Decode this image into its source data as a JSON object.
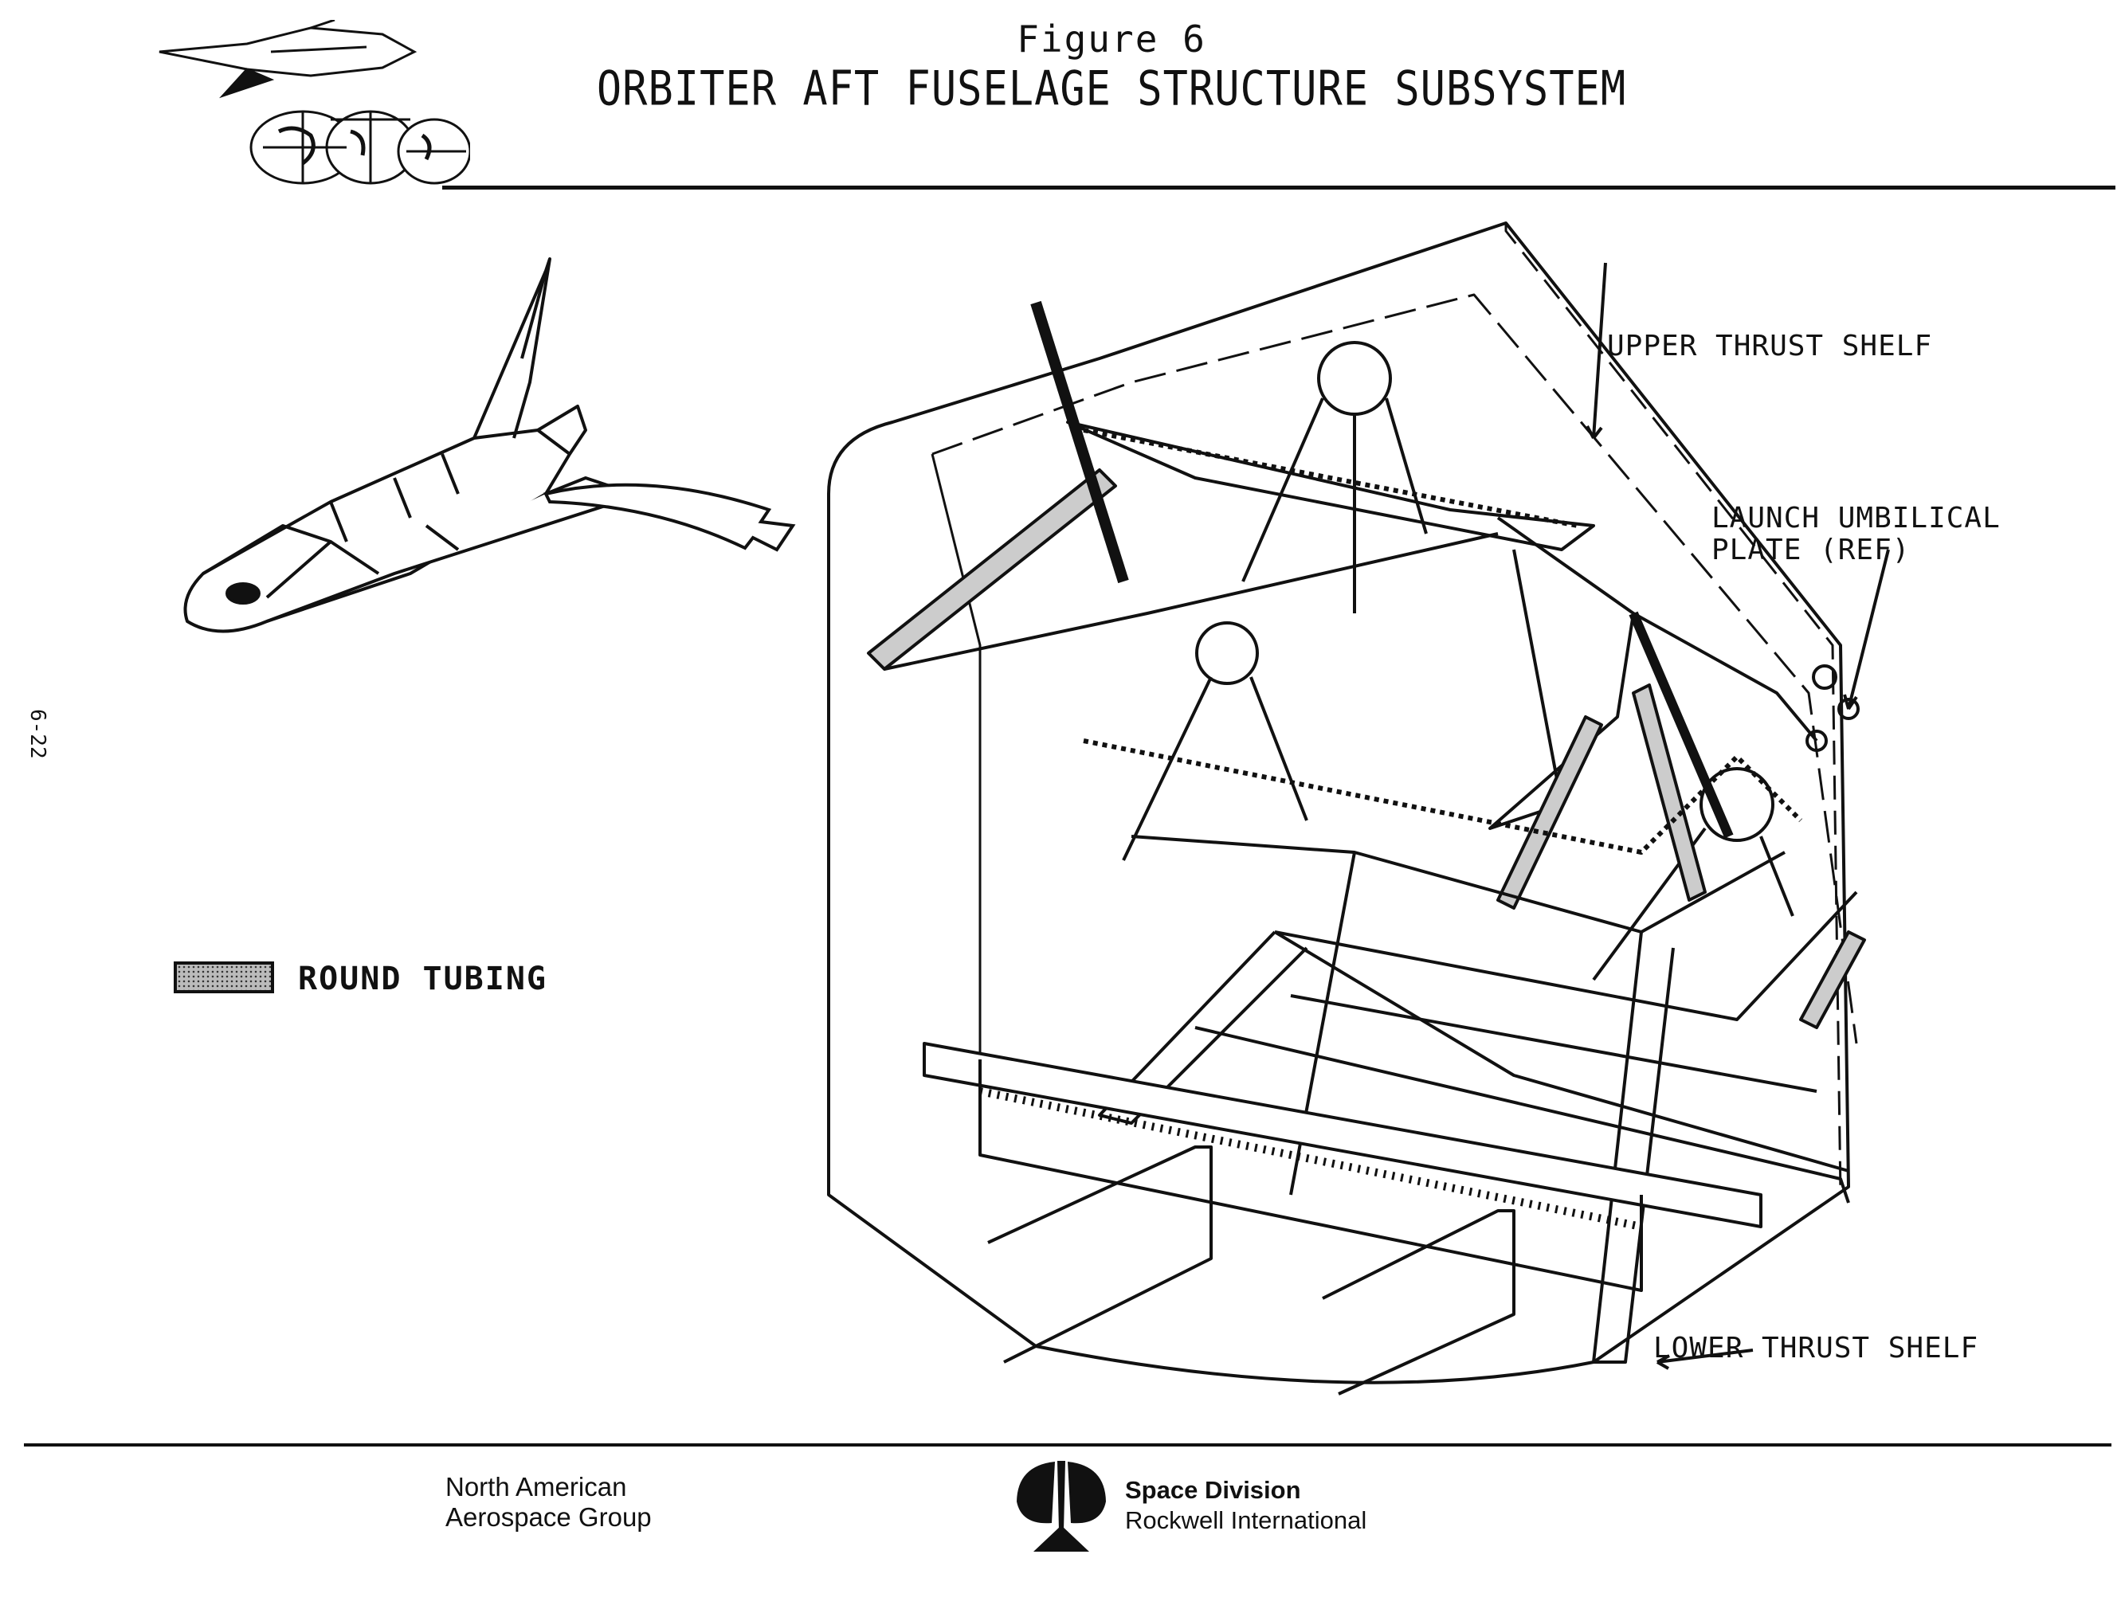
{
  "header": {
    "figure_label": "Figure 6",
    "title": "ORBITER AFT FUSELAGE STRUCTURE SUBSYSTEM"
  },
  "callouts": {
    "upper_thrust_shelf": "UPPER THRUST SHELF",
    "launch_umbilical_line1": "LAUNCH UMBILICAL",
    "launch_umbilical_line2": "PLATE (REF)",
    "lower_thrust_shelf": "LOWER THRUST SHELF"
  },
  "legend": {
    "round_tubing": "ROUND TUBING"
  },
  "page_number": "6-22",
  "footer": {
    "left_line1": "North American",
    "left_line2": "Aerospace Group",
    "right_line1": "Space Division",
    "right_line2": "Rockwell International"
  },
  "icons": [
    "shuttle-globe-logo-icon",
    "orbiter-icon",
    "rockwell-logo-icon"
  ],
  "colors": {
    "ink": "#111111",
    "paper": "#ffffff",
    "tubing_fill": "#bbbbbb"
  }
}
